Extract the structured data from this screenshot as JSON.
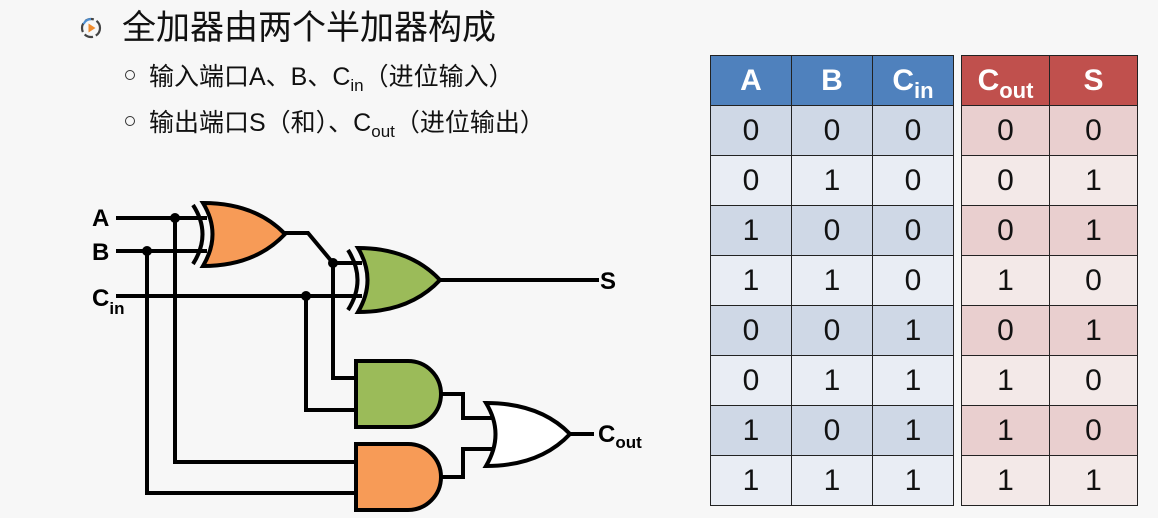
{
  "title": "全加器由两个半加器构成",
  "bullets": [
    {
      "prefix": "输入端口A、B、C",
      "sub": "in",
      "suffix": "（进位输入）"
    },
    {
      "prefix": "输出端口S（和）、C",
      "sub": "out",
      "suffix": "（进位输出）"
    }
  ],
  "icons": {
    "bullet": "play-circle-icon"
  },
  "colors": {
    "xor1": "#f79b57",
    "xor2": "#9bbb59",
    "and1": "#9bbb59",
    "and2": "#f79b57",
    "or": "#ffffff",
    "header_inputs": "#4f81bd",
    "header_outputs": "#c0504d"
  },
  "circuit": {
    "labels": {
      "a": "A",
      "b": "B",
      "cin_main": "C",
      "cin_sub": "in",
      "s": "S",
      "cout_main": "C",
      "cout_sub": "out"
    },
    "gates": [
      "XOR",
      "XOR",
      "AND",
      "AND",
      "OR"
    ]
  },
  "truth_table": {
    "inputs": {
      "headers": [
        {
          "main": "A",
          "sub": ""
        },
        {
          "main": "B",
          "sub": ""
        },
        {
          "main": "C",
          "sub": "in"
        }
      ],
      "rows": [
        [
          "0",
          "0",
          "0"
        ],
        [
          "0",
          "1",
          "0"
        ],
        [
          "1",
          "0",
          "0"
        ],
        [
          "1",
          "1",
          "0"
        ],
        [
          "0",
          "0",
          "1"
        ],
        [
          "0",
          "1",
          "1"
        ],
        [
          "1",
          "0",
          "1"
        ],
        [
          "1",
          "1",
          "1"
        ]
      ]
    },
    "outputs": {
      "headers": [
        {
          "main": "C",
          "sub": "out"
        },
        {
          "main": "S",
          "sub": ""
        }
      ],
      "rows": [
        [
          "0",
          "0"
        ],
        [
          "0",
          "1"
        ],
        [
          "0",
          "1"
        ],
        [
          "1",
          "0"
        ],
        [
          "0",
          "1"
        ],
        [
          "1",
          "0"
        ],
        [
          "1",
          "0"
        ],
        [
          "1",
          "1"
        ]
      ]
    }
  }
}
